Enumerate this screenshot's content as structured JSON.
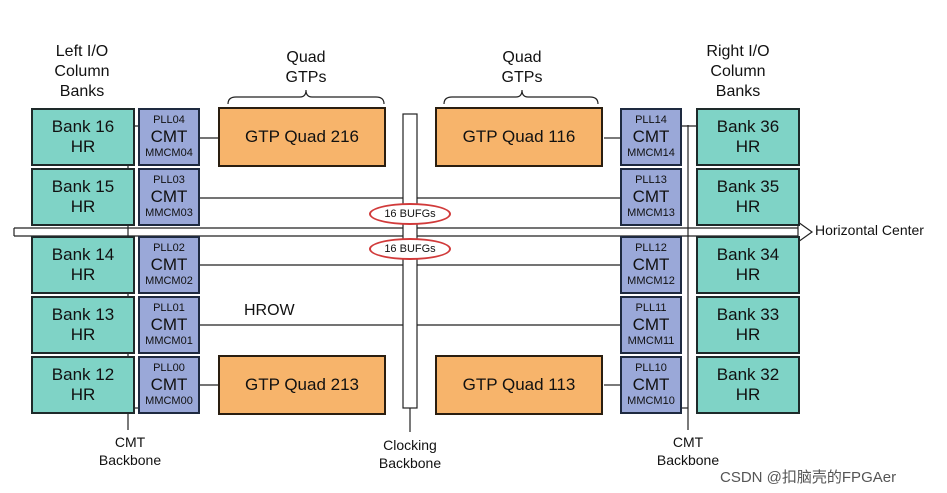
{
  "headers": {
    "left": "Left I/O\nColumn\nBanks",
    "right": "Right I/O\nColumn\nBanks",
    "quad_left": "Quad\nGTPs",
    "quad_right": "Quad\nGTPs"
  },
  "left_banks": [
    {
      "name": "Bank 16",
      "type": "HR"
    },
    {
      "name": "Bank 15",
      "type": "HR"
    },
    {
      "name": "Bank 14",
      "type": "HR"
    },
    {
      "name": "Bank 13",
      "type": "HR"
    },
    {
      "name": "Bank 12",
      "type": "HR"
    }
  ],
  "right_banks": [
    {
      "name": "Bank 36",
      "type": "HR"
    },
    {
      "name": "Bank 35",
      "type": "HR"
    },
    {
      "name": "Bank 34",
      "type": "HR"
    },
    {
      "name": "Bank 33",
      "type": "HR"
    },
    {
      "name": "Bank 32",
      "type": "HR"
    }
  ],
  "left_cmts": [
    {
      "pll": "PLL04",
      "label": "CMT",
      "mmcm": "MMCM04"
    },
    {
      "pll": "PLL03",
      "label": "CMT",
      "mmcm": "MMCM03"
    },
    {
      "pll": "PLL02",
      "label": "CMT",
      "mmcm": "MMCM02"
    },
    {
      "pll": "PLL01",
      "label": "CMT",
      "mmcm": "MMCM01"
    },
    {
      "pll": "PLL00",
      "label": "CMT",
      "mmcm": "MMCM00"
    }
  ],
  "right_cmts": [
    {
      "pll": "PLL14",
      "label": "CMT",
      "mmcm": "MMCM14"
    },
    {
      "pll": "PLL13",
      "label": "CMT",
      "mmcm": "MMCM13"
    },
    {
      "pll": "PLL12",
      "label": "CMT",
      "mmcm": "MMCM12"
    },
    {
      "pll": "PLL11",
      "label": "CMT",
      "mmcm": "MMCM11"
    },
    {
      "pll": "PLL10",
      "label": "CMT",
      "mmcm": "MMCM10"
    }
  ],
  "gtp_quads": {
    "top_left": "GTP Quad 216",
    "top_right": "GTP Quad 116",
    "bottom_left": "GTP Quad 213",
    "bottom_right": "GTP Quad 113"
  },
  "bufgs": {
    "upper": "16 BUFGs",
    "lower": "16 BUFGs"
  },
  "hrow_label": "HROW",
  "horizontal_center_label": "Horizontal Center",
  "cmt_backbone_left": "CMT\nBackbone",
  "cmt_backbone_right": "CMT\nBackbone",
  "clocking_backbone": "Clocking\nBackbone",
  "watermark": "CSDN @扣脑壳的FPGAer",
  "colors": {
    "bank": "#7fd3c6",
    "cmt": "#9aa8d8",
    "gtp": "#f7b46b",
    "bufg_outline": "#d13a3a"
  }
}
